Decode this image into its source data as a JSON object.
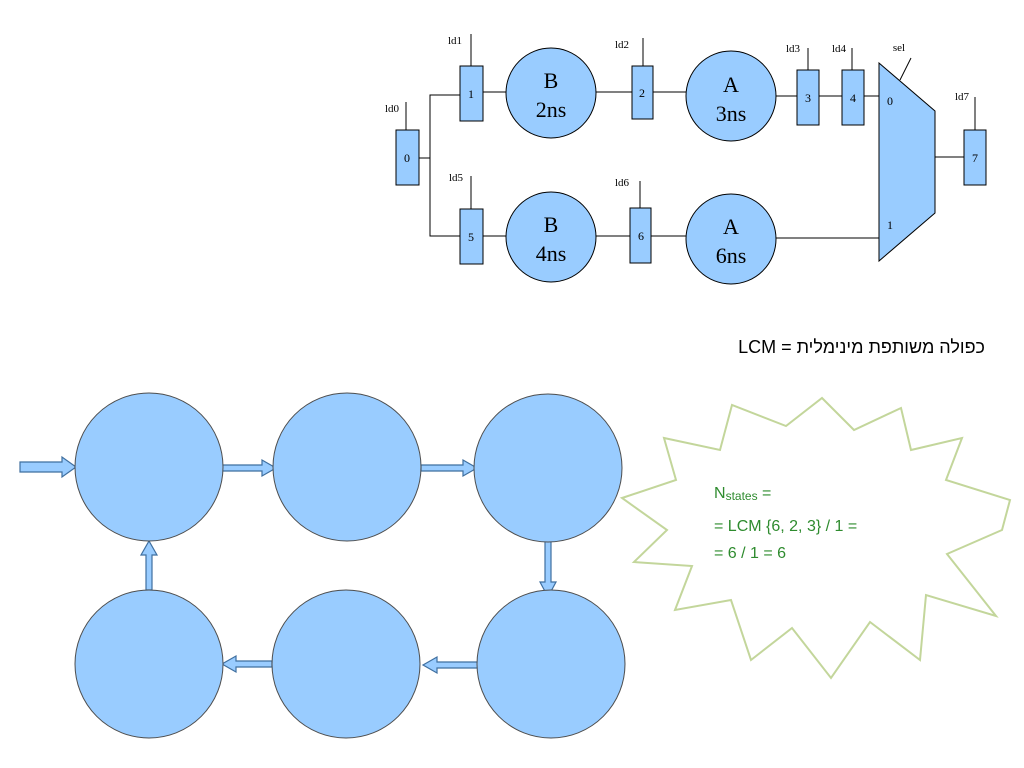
{
  "circuit": {
    "registers": [
      {
        "id": "r0",
        "label": "0",
        "load": "ld0"
      },
      {
        "id": "r1",
        "label": "1",
        "load": "ld1"
      },
      {
        "id": "r2",
        "label": "2",
        "load": "ld2"
      },
      {
        "id": "r3",
        "label": "3",
        "load": "ld3"
      },
      {
        "id": "r4",
        "label": "4",
        "load": "ld4"
      },
      {
        "id": "r5",
        "label": "5",
        "load": "ld5"
      },
      {
        "id": "r6",
        "label": "6",
        "load": "ld6"
      },
      {
        "id": "r7",
        "label": "7",
        "load": "ld7"
      }
    ],
    "units": [
      {
        "id": "b-top",
        "name": "B",
        "delay": "2ns"
      },
      {
        "id": "a-top",
        "name": "A",
        "delay": "3ns"
      },
      {
        "id": "b-bottom",
        "name": "B",
        "delay": "4ns"
      },
      {
        "id": "a-bottom",
        "name": "A",
        "delay": "6ns"
      }
    ],
    "mux": {
      "select": "sel",
      "input0": "0",
      "input1": "1"
    }
  },
  "definition": "LCM = כפולה משותפת מינימלית",
  "callout": {
    "line1_main": "N",
    "line1_sub": "states",
    "line1_tail": " =",
    "line2": "= LCM {6, 2, 3} / 1 =",
    "line3": "= 6 / 1 = 6",
    "text_color": "#2e8b2e",
    "border_color": "#c3d69b"
  },
  "state_diagram": {
    "state_count": 6,
    "fill_color": "#99ccff"
  }
}
